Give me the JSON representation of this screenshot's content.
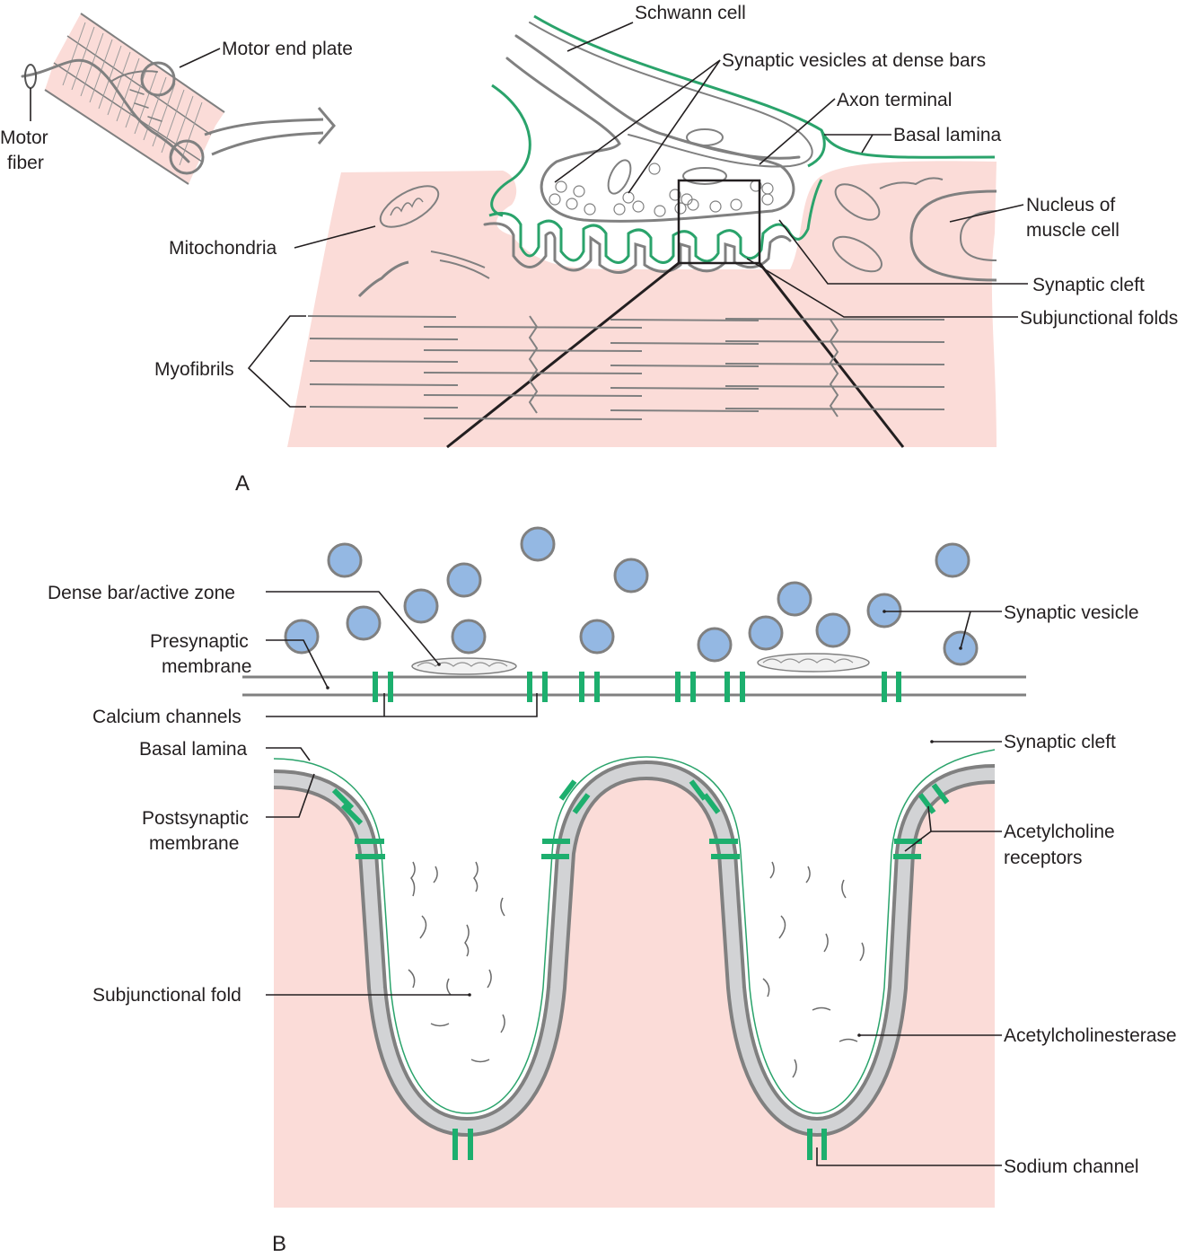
{
  "figure": {
    "panel_a_label": "A",
    "panel_b_label": "B",
    "colors": {
      "muscle_pink": "#fbdcd8",
      "membrane_gray": "#808080",
      "membrane_fill": "#d2d3d5",
      "basal_lamina_green": "#2aa36b",
      "channel_green": "#1daf6e",
      "vesicle_blue": "#94b8e3",
      "label_text": "#231f20"
    }
  },
  "panel_a": {
    "labels": {
      "motor_end_plate": "Motor end plate",
      "motor_fiber_line1": "Motor",
      "motor_fiber_line2": "fiber",
      "schwann_cell": "Schwann cell",
      "synaptic_vesicles_dense_bars": "Synaptic vesicles at dense bars",
      "axon_terminal": "Axon terminal",
      "basal_lamina": "Basal lamina",
      "nucleus_line1": "Nucleus of",
      "nucleus_line2": "muscle cell",
      "mitochondria": "Mitochondria",
      "synaptic_cleft": "Synaptic cleft",
      "subjunctional_folds": "Subjunctional folds",
      "myofibrils": "Myofibrils"
    }
  },
  "panel_b": {
    "labels": {
      "dense_bar": "Dense bar/active zone",
      "presynaptic_line1": "Presynaptic",
      "presynaptic_line2": "membrane",
      "calcium_channels": "Calcium channels",
      "basal_lamina": "Basal lamina",
      "postsynaptic_line1": "Postsynaptic",
      "postsynaptic_line2": "membrane",
      "subjunctional_fold": "Subjunctional fold",
      "synaptic_vesicle": "Synaptic vesicle",
      "synaptic_cleft": "Synaptic cleft",
      "ach_receptors_line1": "Acetylcholine",
      "ach_receptors_line2": "receptors",
      "acetylcholinesterase": "Acetylcholinesterase",
      "sodium_channel": "Sodium channel"
    }
  }
}
